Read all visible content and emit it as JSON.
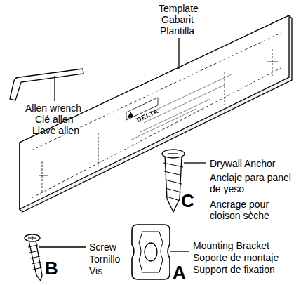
{
  "diagram": {
    "labels": [
      "Template",
      "Gabarit",
      "Plantilla",
      "Allen wrench",
      "Clé allen",
      "Llave allen",
      "DELTA",
      "Drywall Anchor",
      "Anclaje para panel de yeso",
      "Ancrage pour cloison sèche",
      "C",
      "Screw",
      "Tornillo",
      "Vis",
      "B",
      "Mounting Bracket",
      "Soporte de montaje",
      "Support de fixation",
      "A"
    ]
  }
}
